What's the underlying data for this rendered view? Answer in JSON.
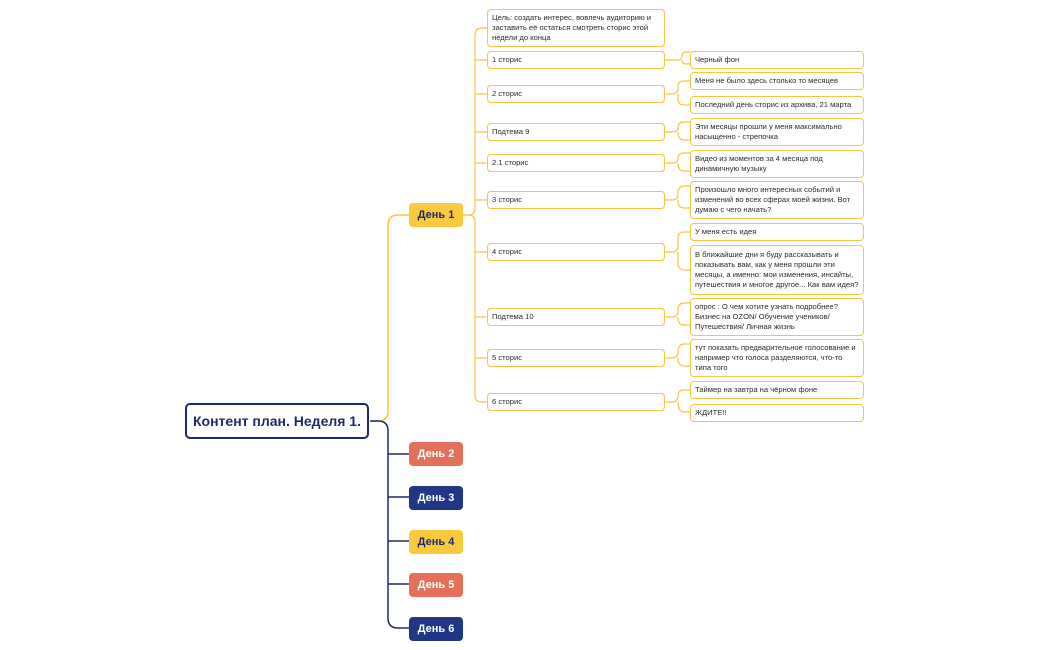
{
  "root": {
    "label": "Контент план. Неделя 1."
  },
  "days": [
    {
      "label": "День 1"
    },
    {
      "label": "День 2"
    },
    {
      "label": "День 3"
    },
    {
      "label": "День 4"
    },
    {
      "label": "День 5"
    },
    {
      "label": "День 6"
    }
  ],
  "day1": {
    "goal": "Цель: создать интерес, вовлечь аудиторию и заставить её остаться смотреть сторис этой недели до конца",
    "items": [
      {
        "label": "1 сторис",
        "children": [
          "Черный фон"
        ]
      },
      {
        "label": "2 сторис",
        "children": [
          "Меня не было здесь столько то месяцев",
          "Последний день сторис из архива, 21 марта"
        ]
      },
      {
        "label": "Подтема 9",
        "children": [
          "Эти месяцы прошли у меня максимально насыщенно - стрепочка"
        ]
      },
      {
        "label": "2.1 сторис",
        "children": [
          "Видео из моментов за 4 месяца под динамичную музыку"
        ]
      },
      {
        "label": "3 сторис",
        "children": [
          " Произошло много интересных событий и изменений во всех сферах моей жизни. Вот думаю с чего начать?"
        ]
      },
      {
        "label": "4 сторис",
        "children": [
          "У меня есть идея",
          "В ближайшие дни я буду рассказывать и показывать вам, как у меня прошли эти месяцы, а именно: мои изменения, инсайты, путешествия и многое другое... Как вам идея?"
        ]
      },
      {
        "label": "Подтема 10",
        "children": [
          " опрос : О чем хотите узнать подробнее? Бизнес на OZON/ Обучение учеников/ Путешествия/ Личная жизнь"
        ]
      },
      {
        "label": "5 сторис",
        "children": [
          "тут показать предварительное голосование и например что голоса разделяются, что-то типа того"
        ]
      },
      {
        "label": "6 сторис",
        "children": [
          "Таймер на завтра на чёрном фоне",
          "ЖДИТЕ!!"
        ]
      }
    ]
  },
  "colors": {
    "navy": "#1d2a6b",
    "yellow": "#f9c93e",
    "orange": "#e5705a",
    "blue": "#1f3784",
    "node_border": "#f6c544"
  }
}
